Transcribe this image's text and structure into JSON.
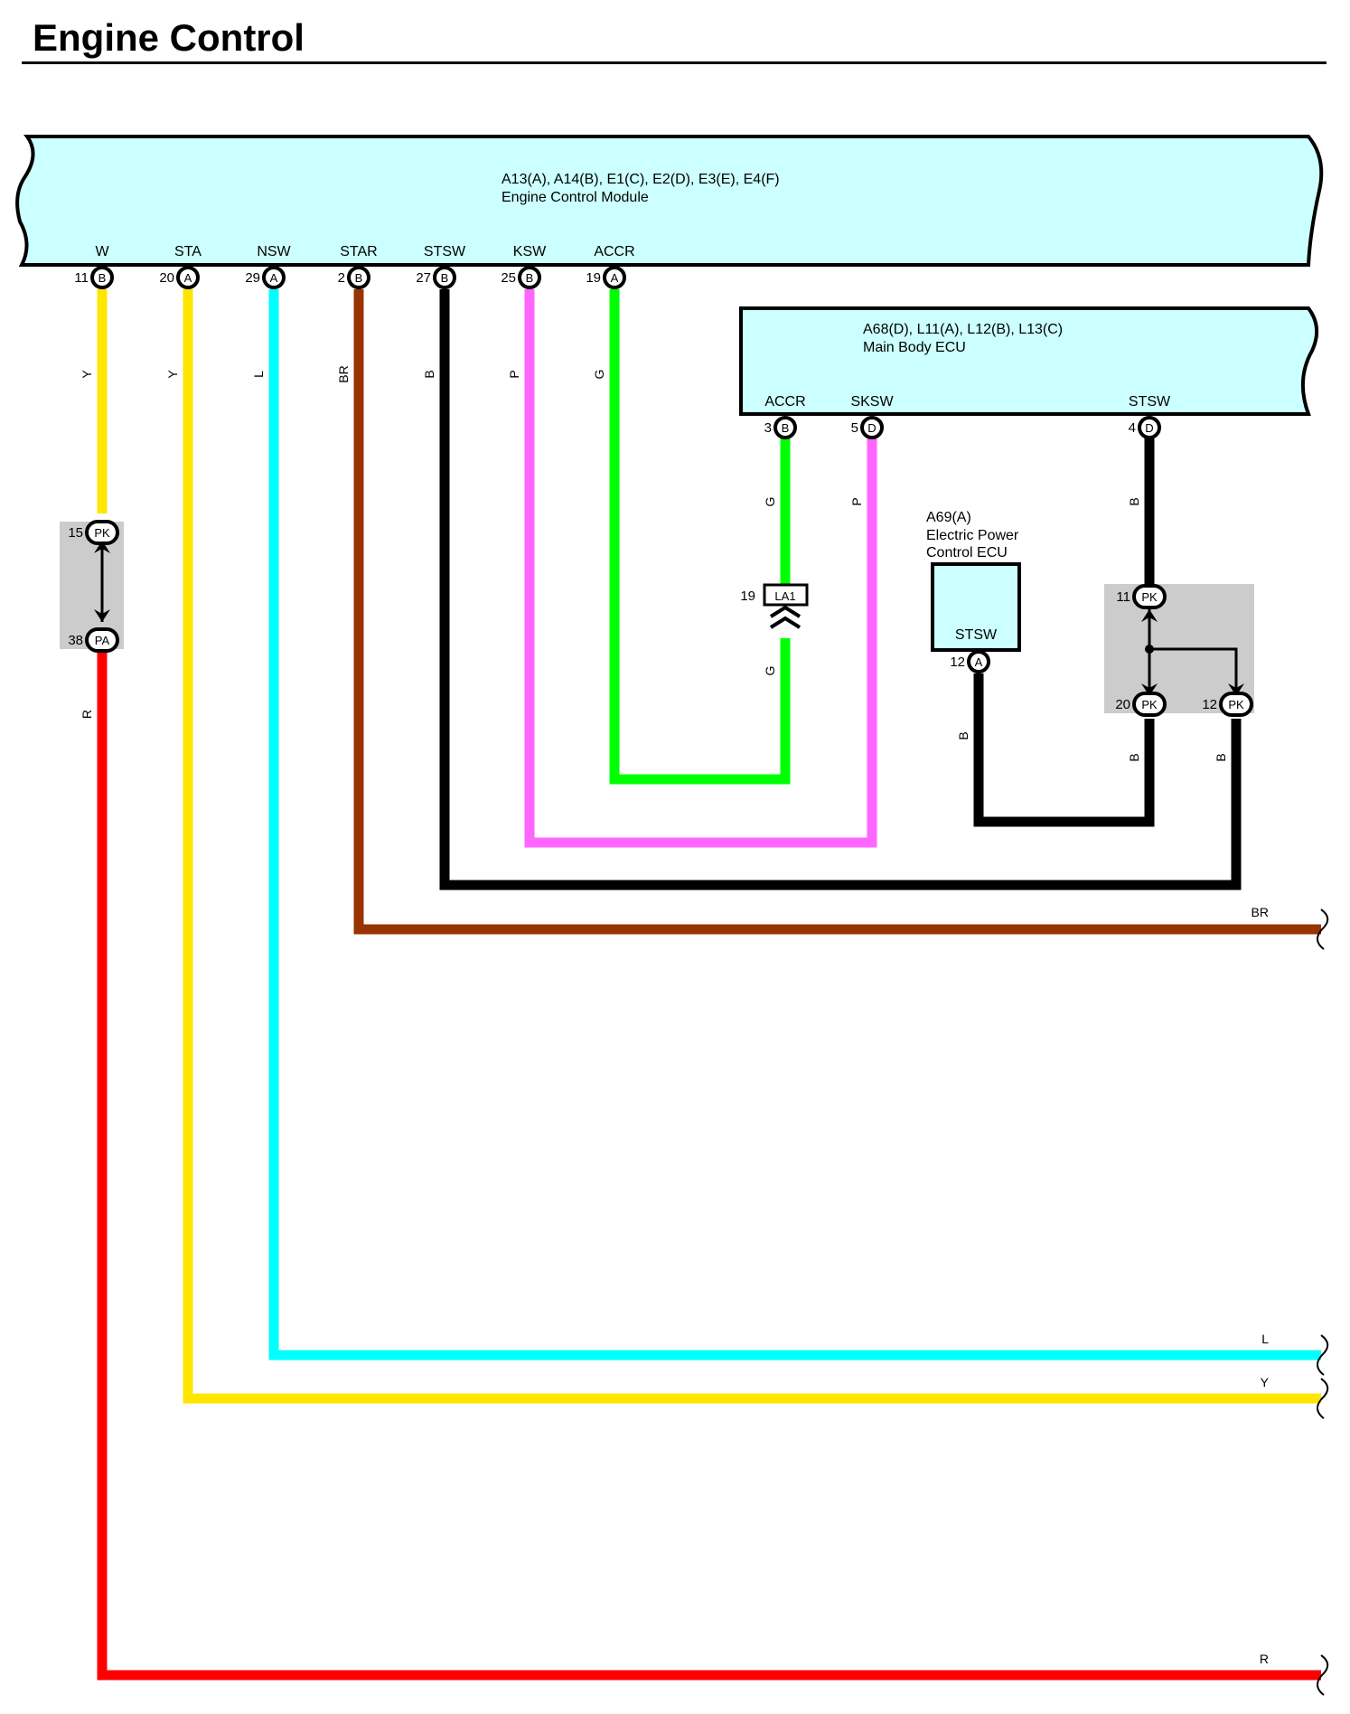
{
  "title": "Engine Control",
  "colors": {
    "ecu_fill": "#ccffff",
    "junction_fill": "#cccccc",
    "Y": "#ffe600",
    "L": "#00ffff",
    "BR": "#993300",
    "B": "#000000",
    "P": "#ff66ff",
    "G": "#00ff00",
    "R": "#ff0000"
  },
  "ecm": {
    "codes": "A13(A), A14(B), E1(C), E2(D), E3(E), E4(F)",
    "name": "Engine Control Module",
    "pins": [
      {
        "label": "W",
        "num": "11",
        "conn": "B",
        "wire": "Y"
      },
      {
        "label": "STA",
        "num": "20",
        "conn": "A",
        "wire": "Y"
      },
      {
        "label": "NSW",
        "num": "29",
        "conn": "A",
        "wire": "L"
      },
      {
        "label": "STAR",
        "num": "2",
        "conn": "B",
        "wire": "BR"
      },
      {
        "label": "STSW",
        "num": "27",
        "conn": "B",
        "wire": "B"
      },
      {
        "label": "KSW",
        "num": "25",
        "conn": "B",
        "wire": "P"
      },
      {
        "label": "ACCR",
        "num": "19",
        "conn": "A",
        "wire": "G"
      }
    ]
  },
  "main_body_ecu": {
    "codes": "A68(D), L11(A), L12(B), L13(C)",
    "name": "Main Body ECU",
    "pins": [
      {
        "label": "ACCR",
        "num": "3",
        "conn": "B",
        "wire": "G"
      },
      {
        "label": "SKSW",
        "num": "5",
        "conn": "D",
        "wire": "P"
      },
      {
        "label": "STSW",
        "num": "4",
        "conn": "D",
        "wire": "B"
      }
    ]
  },
  "eps_ecu": {
    "code": "A69(A)",
    "name_line1": "Electric Power",
    "name_line2": "Control ECU",
    "pin": {
      "label": "STSW",
      "num": "12",
      "conn": "A",
      "wire": "B"
    }
  },
  "junction_left": {
    "top": {
      "num": "15",
      "conn": "PK"
    },
    "bottom": {
      "num": "38",
      "conn": "PA"
    },
    "bottom_wire": "R"
  },
  "inline_connector": {
    "num": "19",
    "name": "LA1",
    "upper_wire": "G",
    "lower_wire": "G"
  },
  "junction_right": {
    "top": {
      "num": "11",
      "conn": "PK"
    },
    "left": {
      "num": "20",
      "conn": "PK",
      "wire": "B"
    },
    "right": {
      "num": "12",
      "conn": "PK",
      "wire": "B"
    }
  },
  "exits": [
    {
      "wire": "BR"
    },
    {
      "wire": "L"
    },
    {
      "wire": "Y"
    },
    {
      "wire": "R"
    }
  ]
}
